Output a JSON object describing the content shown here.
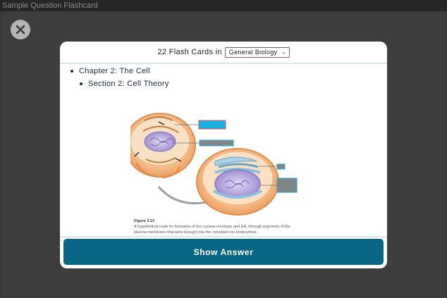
{
  "window": {
    "title": "Sample Question Flashcard"
  },
  "close": {
    "icon": "close-icon"
  },
  "header": {
    "count_text": "22 Flash Cards in",
    "deck_select": {
      "selected": "General Biology",
      "icon": "chevron-down-icon"
    }
  },
  "card": {
    "chapter": "Chapter 2: The Cell",
    "section": "Section 2: Cell Theory",
    "figure": {
      "label": "Figure 3.23",
      "caption": "A hypothetical route for formation of the nuclear envelope and ER, through segments of the plasma membrane that were brought into the cytoplasm by endocytosis."
    }
  },
  "footer": {
    "answer_button": "Show Answer"
  },
  "colors": {
    "accent": "#0a6685",
    "label_box_highlight": "#19aee0",
    "label_box_mask": "#7f868a"
  }
}
